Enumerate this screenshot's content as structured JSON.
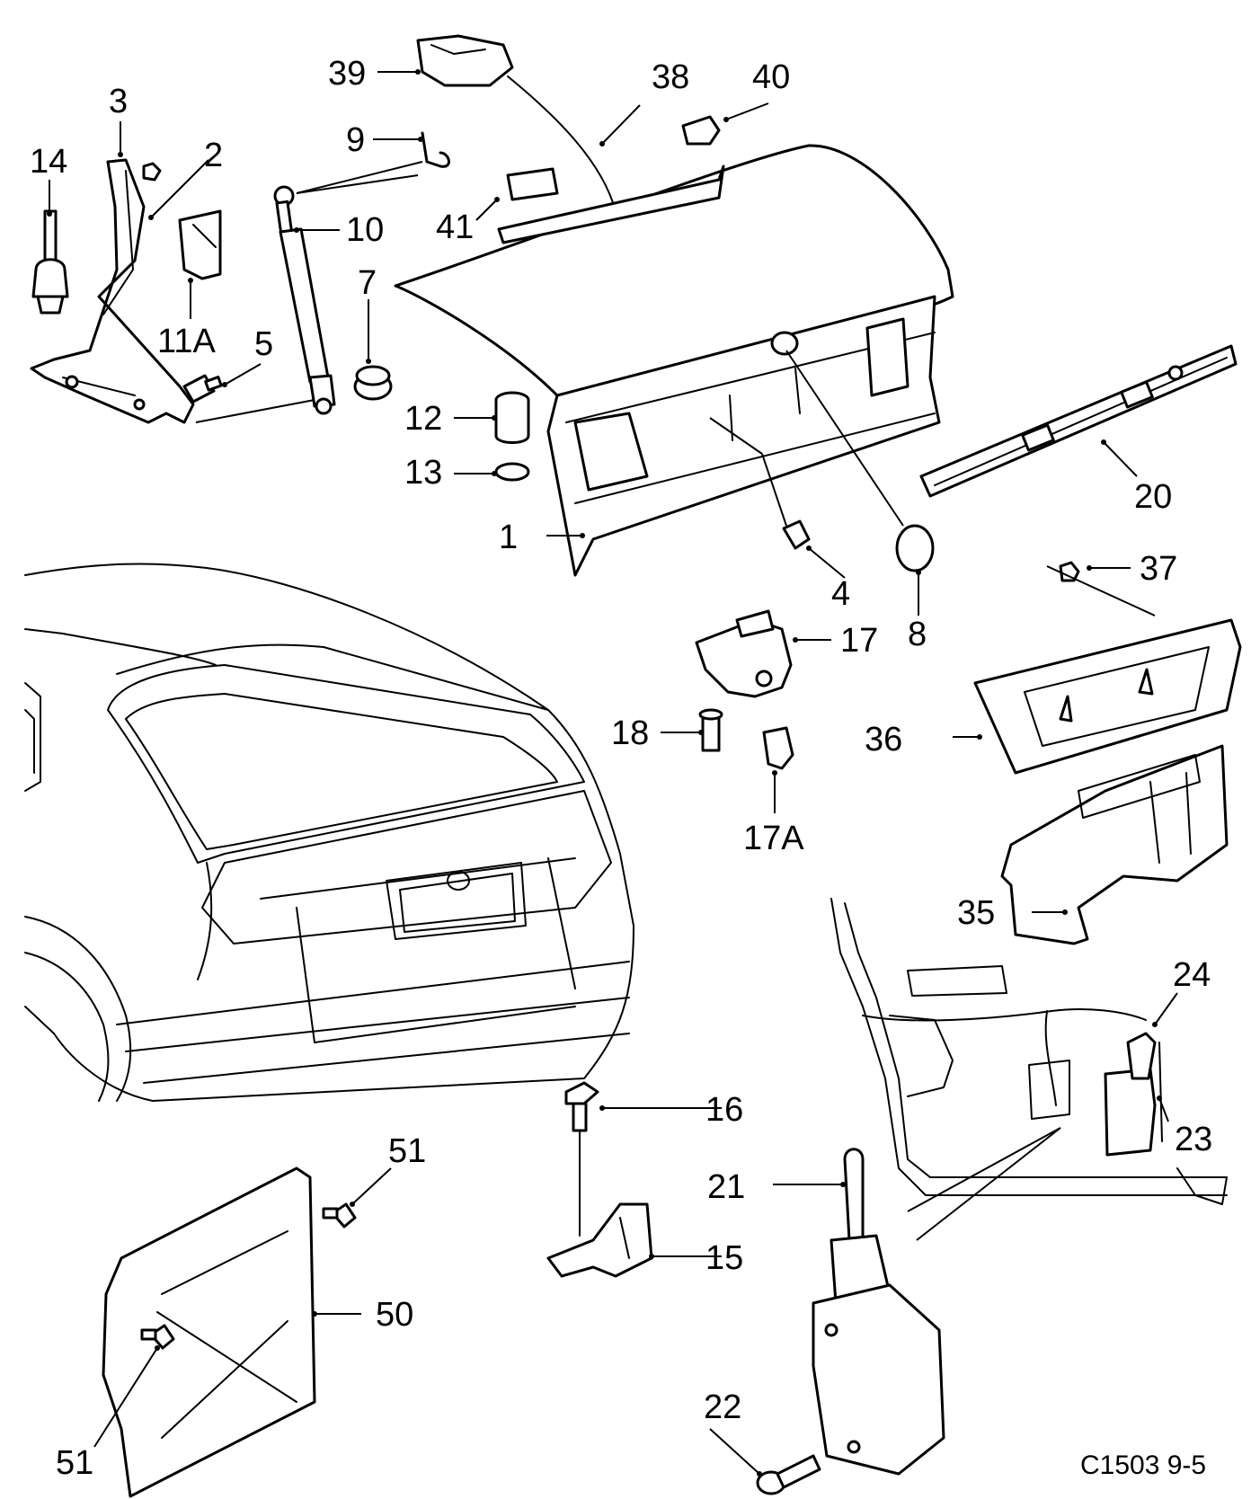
{
  "diagram_code": "C1503 9-5",
  "labels": {
    "p1": "1",
    "p2": "2",
    "p3": "3",
    "p4": "4",
    "p5": "5",
    "p7": "7",
    "p8": "8",
    "p9": "9",
    "p10": "10",
    "p11a": "11A",
    "p12": "12",
    "p13": "13",
    "p14": "14",
    "p15": "15",
    "p16": "16",
    "p17": "17",
    "p17a": "17A",
    "p18": "18",
    "p20": "20",
    "p21": "21",
    "p22": "22",
    "p23": "23",
    "p24": "24",
    "p35": "35",
    "p36": "36",
    "p37": "37",
    "p38": "38",
    "p39": "39",
    "p40": "40",
    "p41": "41",
    "p50": "50",
    "p51a": "51",
    "p51b": "51"
  }
}
